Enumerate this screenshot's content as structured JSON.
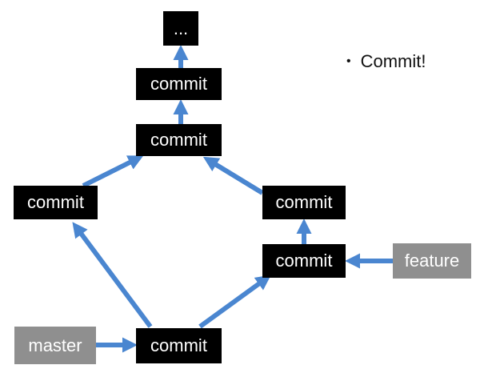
{
  "diagram": {
    "commit_label": "commit",
    "ellipsis_label": "...",
    "branches": {
      "feature": "feature",
      "master": "master"
    },
    "bullet": {
      "symbol": "•",
      "text": "Commit!"
    }
  },
  "colors": {
    "arrow": "#4a86d0",
    "commit_fill": "#000000",
    "branch_fill": "#8f8f8f",
    "label_text": "#ffffff"
  }
}
